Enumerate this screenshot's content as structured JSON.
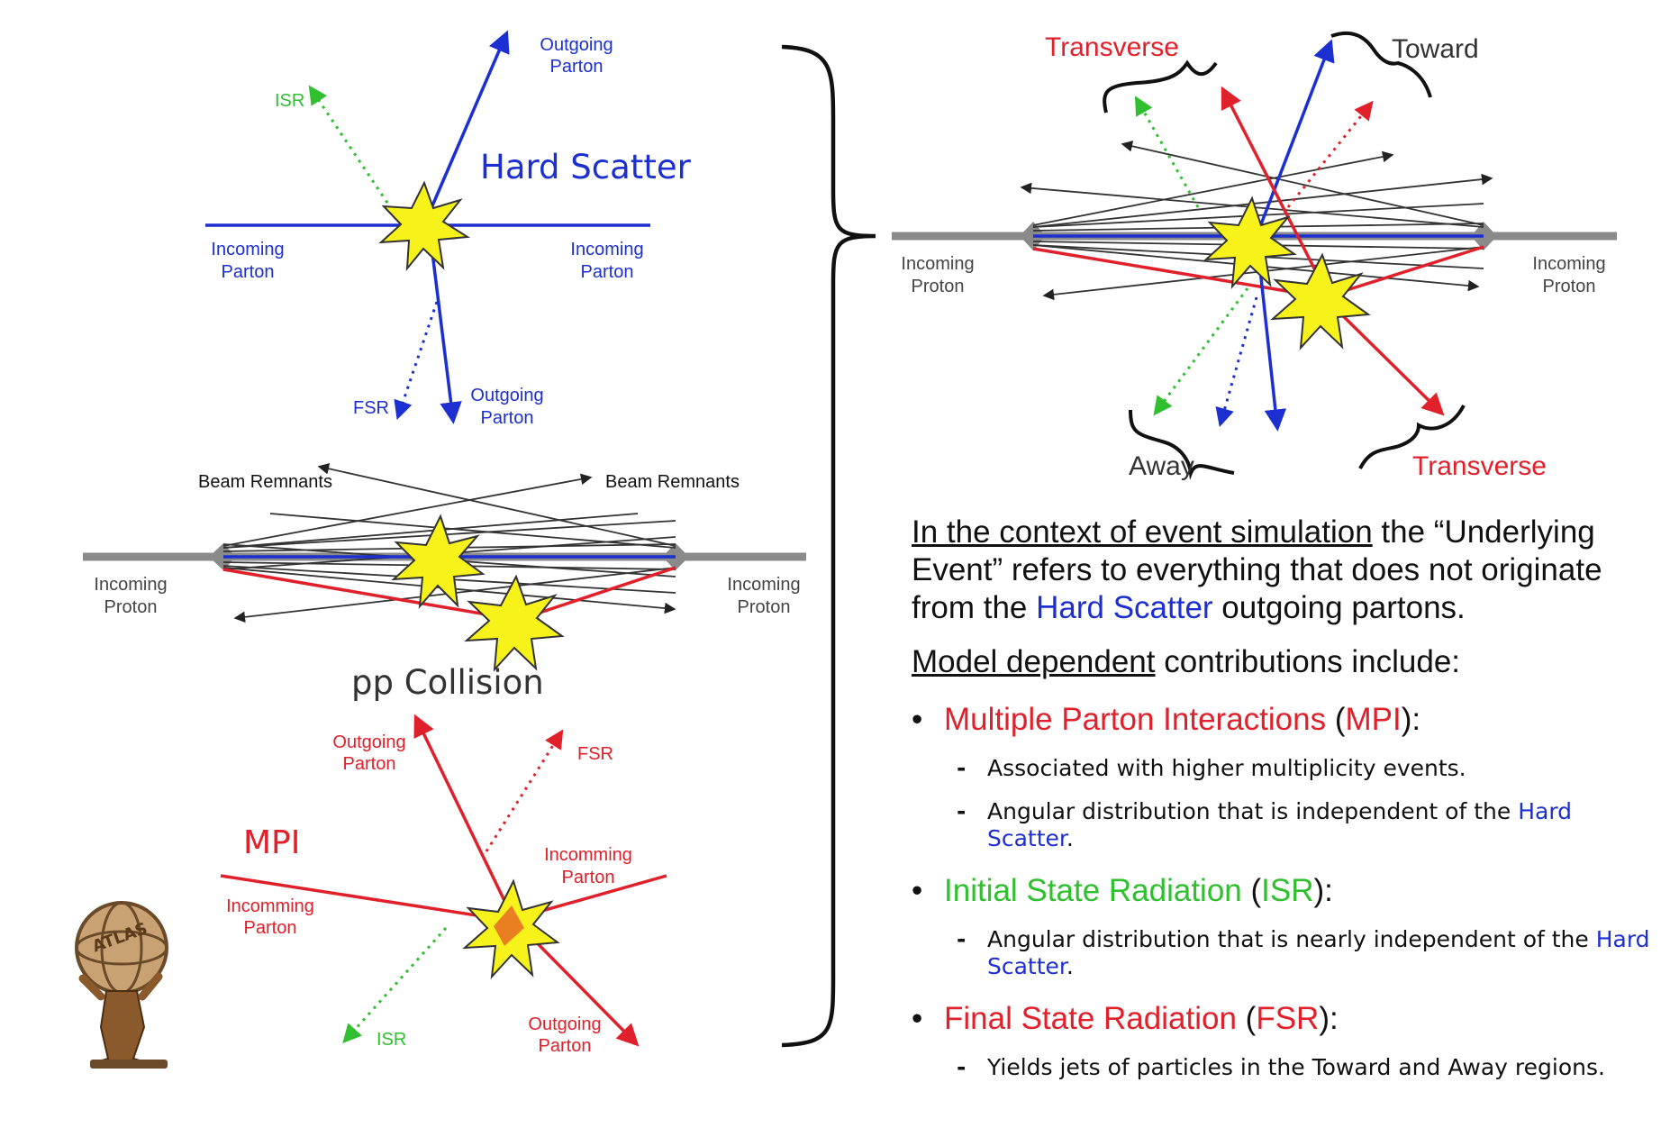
{
  "hard_scatter": {
    "title": "Hard Scatter",
    "outgoing_top": [
      "Outgoing",
      "Parton"
    ],
    "outgoing_bottom": [
      "Outgoing",
      "Parton"
    ],
    "incoming_left": [
      "Incoming",
      "Parton"
    ],
    "incoming_right": [
      "Incoming",
      "Parton"
    ],
    "isr": "ISR",
    "fsr": "FSR"
  },
  "pp_collision": {
    "title": "pp Collision",
    "beam_left": "Beam Remnants",
    "beam_right": "Beam Remnants",
    "proton_left": [
      "Incoming",
      "Proton"
    ],
    "proton_right": [
      "Incoming",
      "Proton"
    ]
  },
  "mpi_diagram": {
    "title": "MPI",
    "outgoing_top": [
      "Outgoing",
      "Parton"
    ],
    "outgoing_bottom": [
      "Outgoing",
      "Parton"
    ],
    "incoming_left": [
      "Incomming",
      "Parton"
    ],
    "incoming_right": [
      "Incomming",
      "Parton"
    ],
    "fsr": "FSR",
    "isr": "ISR"
  },
  "regions_diagram": {
    "transverse_top": "Transverse",
    "toward": "Toward",
    "away": "Away",
    "transverse_bottom": "Transverse",
    "proton_left": [
      "Incoming",
      "Proton"
    ],
    "proton_right": [
      "Incoming",
      "Proton"
    ]
  },
  "text": {
    "p1_underlined": "In the context of event simulation",
    "p1_a": " the “Underlying Event” refers to everything that does not originate from the ",
    "p1_hard": "Hard Scatter",
    "p1_b": " outgoing partons.",
    "p2_underlined": "Model dependent",
    "p2_rest": " contributions include:",
    "mpi_name": "Multiple Parton Interactions",
    "mpi_abbr": "MPI",
    "mpi_sub1": "Associated with higher multiplicity events.",
    "mpi_sub2_a": "Angular distribution that is independent of the ",
    "mpi_sub2_hard": "Hard Scatter",
    "mpi_sub2_b": ".",
    "isr_name": "Initial State Radiation",
    "isr_abbr": "ISR",
    "isr_sub_a": "Angular distribution that is nearly independent of the ",
    "isr_sub_hard": "Hard Scatter",
    "isr_sub_b": ".",
    "fsr_name": "Final State Radiation",
    "fsr_abbr": "FSR",
    "fsr_sub": "Yields jets of particles in the Toward and Away regions."
  },
  "colors": {
    "blue": "#1c2fd0",
    "red": "#e0202a",
    "green": "#2fbf2f",
    "grey": "#8a8a8a",
    "star_fill": "#f7f21a"
  },
  "icons": {
    "logo": "atlas-statue-logo"
  }
}
